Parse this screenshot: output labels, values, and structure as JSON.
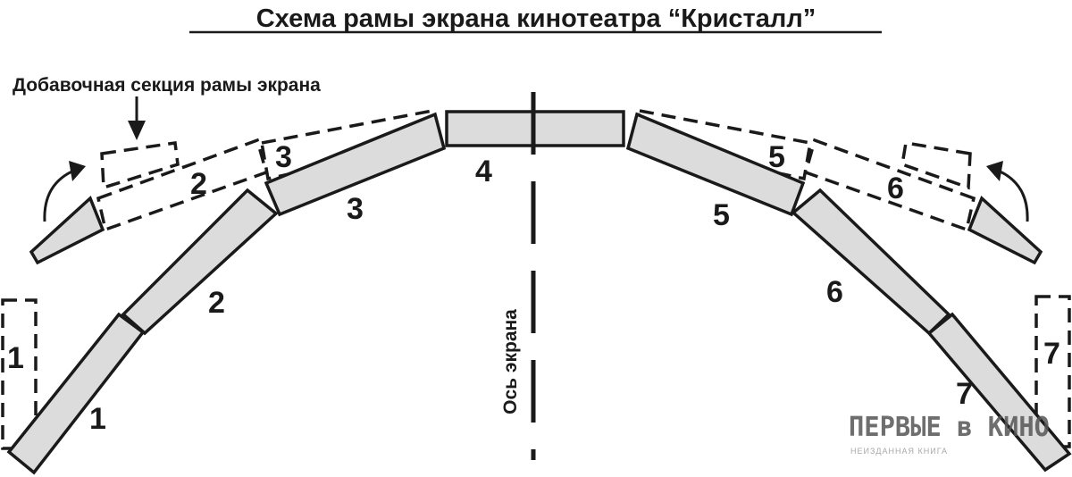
{
  "title": "Схема рамы экрана кинотеатра “Кристалл”",
  "annotation": "Добавочная секция рамы экрана",
  "axis_label": "Ось экрана",
  "section_labels": {
    "solid": [
      "1",
      "2",
      "3",
      "4",
      "5",
      "6",
      "7"
    ],
    "dashed": [
      "1",
      "2",
      "3",
      "5",
      "6",
      "7"
    ]
  },
  "watermark": {
    "main": "ПЕРВЫЕ в КИНО",
    "sub": "НЕИЗДАННАЯ КНИГА"
  },
  "colors": {
    "section_fill": "#dcdcdc",
    "stroke": "#1a1a1a"
  }
}
